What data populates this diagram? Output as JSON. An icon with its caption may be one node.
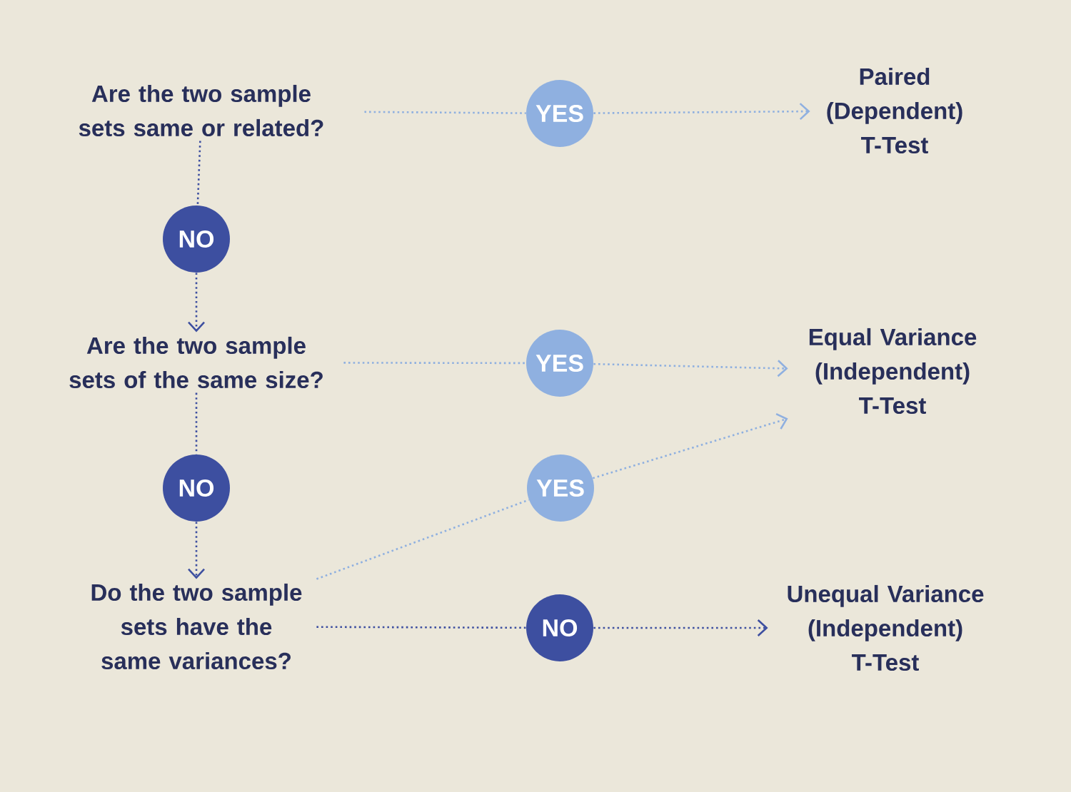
{
  "diagram": {
    "nodes": [
      {
        "text": [
          "Are the two sample sets same or related?"
        ]
      },
      {
        "text": [
          "YES"
        ]
      },
      {
        "text": [
          "Paired (Dependent) T-Test"
        ]
      },
      {
        "text": [
          "NO"
        ]
      },
      {
        "text": [
          "Are the two sample sets of the same size?"
        ]
      },
      {
        "text": [
          "YES"
        ]
      },
      {
        "text": [
          "Equal Variance (Independent) T-Test"
        ]
      },
      {
        "text": [
          "NO"
        ]
      },
      {
        "text": [
          "Do the two sample sets have the same variances?"
        ]
      },
      {
        "text": [
          "YES"
        ]
      },
      {
        "text": [
          "NO"
        ]
      },
      {
        "text": [
          "Unequal Variance (Independent) T-Test"
        ]
      }
    ],
    "edges": [
      {
        "from": 0,
        "to": 1,
        "arrow": "none",
        "style": "dashed",
        "color": "#8fb0e0"
      },
      {
        "from": 1,
        "to": 2,
        "arrow": "to",
        "style": "dashed",
        "color": "#8fb0e0"
      },
      {
        "from": 0,
        "to": 3,
        "arrow": "none",
        "style": "dashed",
        "color": "#3d4fa0"
      },
      {
        "from": 3,
        "to": 4,
        "arrow": "to",
        "style": "dashed",
        "color": "#3d4fa0"
      },
      {
        "from": 4,
        "to": 5,
        "arrow": "none",
        "style": "dashed",
        "color": "#8fb0e0"
      },
      {
        "from": 5,
        "to": 6,
        "arrow": "to",
        "style": "dashed",
        "color": "#8fb0e0"
      },
      {
        "from": 4,
        "to": 7,
        "arrow": "none",
        "style": "dashed",
        "color": "#3d4fa0"
      },
      {
        "from": 7,
        "to": 8,
        "arrow": "to",
        "style": "dashed",
        "color": "#3d4fa0"
      },
      {
        "from": 8,
        "to": 9,
        "arrow": "none",
        "style": "dashed",
        "color": "#8fb0e0"
      },
      {
        "from": 9,
        "to": 6,
        "arrow": "to",
        "style": "dashed",
        "color": "#8fb0e0"
      },
      {
        "from": 8,
        "to": 10,
        "arrow": "none",
        "style": "dashed",
        "color": "#3d4fa0"
      },
      {
        "from": 10,
        "to": 11,
        "arrow": "to",
        "style": "dashed",
        "color": "#3d4fa0"
      }
    ]
  }
}
